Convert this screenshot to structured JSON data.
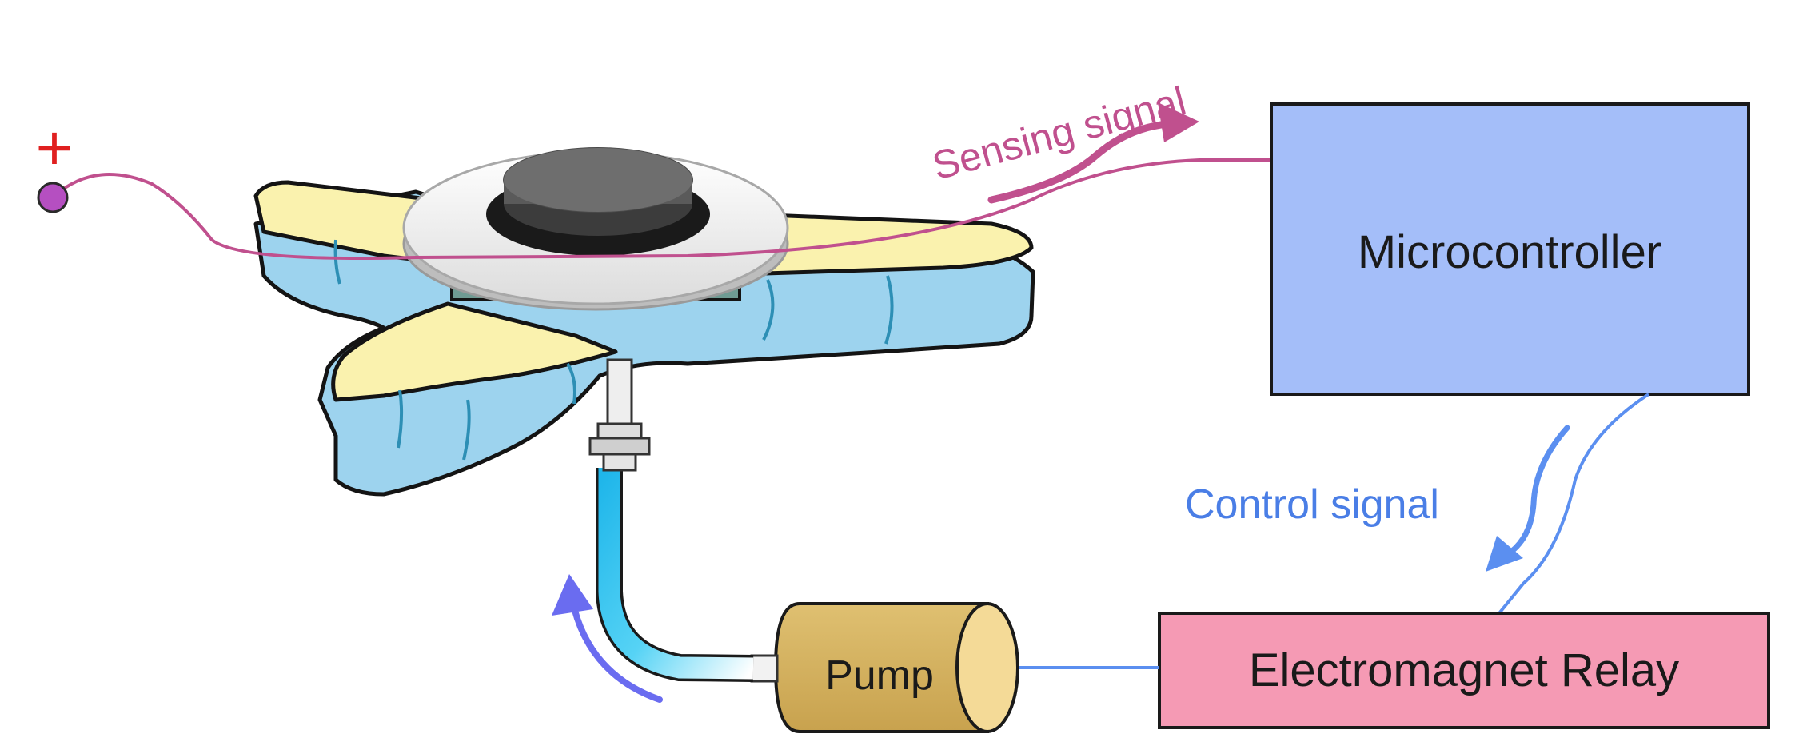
{
  "terminal": {
    "symbol": "+"
  },
  "labels": {
    "sensing": "Sensing signal",
    "control": "Control signal"
  },
  "boxes": {
    "microcontroller": "Microcontroller",
    "relay": "Electromagnet Relay",
    "pump": "Pump"
  },
  "colors": {
    "sensing": "#c0508e",
    "control": "#5b8ff0",
    "flow_arrow": "#6a6cf0",
    "microcontroller_fill": "#a4bef9",
    "relay_fill": "#f59ab4",
    "pump_fill": "#d5b25e",
    "pump_cap": "#f4da97",
    "actuator_top": "#faf2ae",
    "actuator_side": "#9dd3ee",
    "tube": "#2dc4ef",
    "terminal_dot": "#b54fc1",
    "terminal_plus": "#e02020"
  }
}
